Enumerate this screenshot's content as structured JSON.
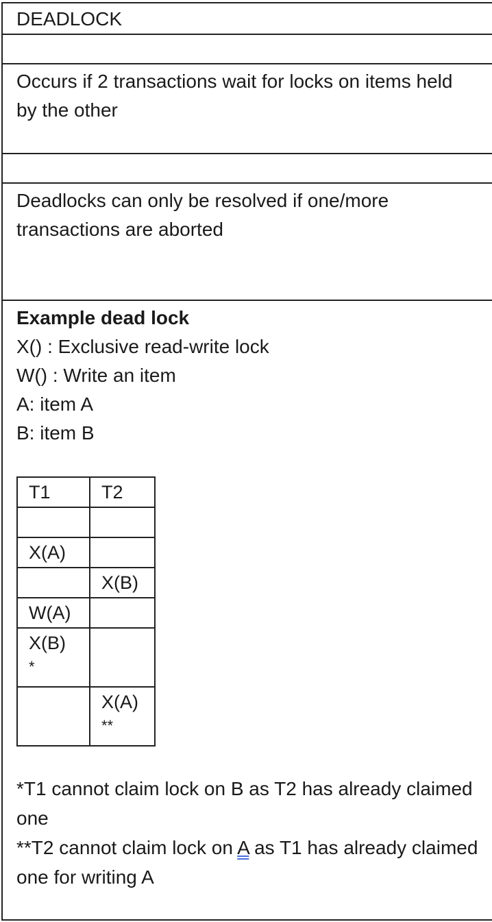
{
  "title": "DEADLOCK",
  "definition": "Occurs if 2 transactions wait for locks on items held by the other",
  "resolution": "Deadlocks can only be resolved if one/more transactions are aborted",
  "example": {
    "heading": "Example dead lock",
    "legend": [
      "X() : Exclusive read-write lock",
      "W() : Write an item",
      "A: item A",
      "B: item B"
    ],
    "table": {
      "headers": [
        "T1",
        "T2"
      ],
      "rows": [
        [
          "",
          ""
        ],
        [
          "X(A)",
          ""
        ],
        [
          "",
          "X(B)"
        ],
        [
          "W(A)",
          ""
        ],
        [
          "X(B)",
          ""
        ],
        [
          "",
          "X(A)"
        ]
      ],
      "row5_t1_mark": "*",
      "row6_t2_mark": "**"
    },
    "notes": {
      "note1": "*T1 cannot claim lock on B as T2 has already claimed one",
      "note2_prefix": "**T2 cannot claim lock on ",
      "note2_item": "A",
      "note2_suffix": " as T1 has already claimed one for writing A"
    }
  }
}
